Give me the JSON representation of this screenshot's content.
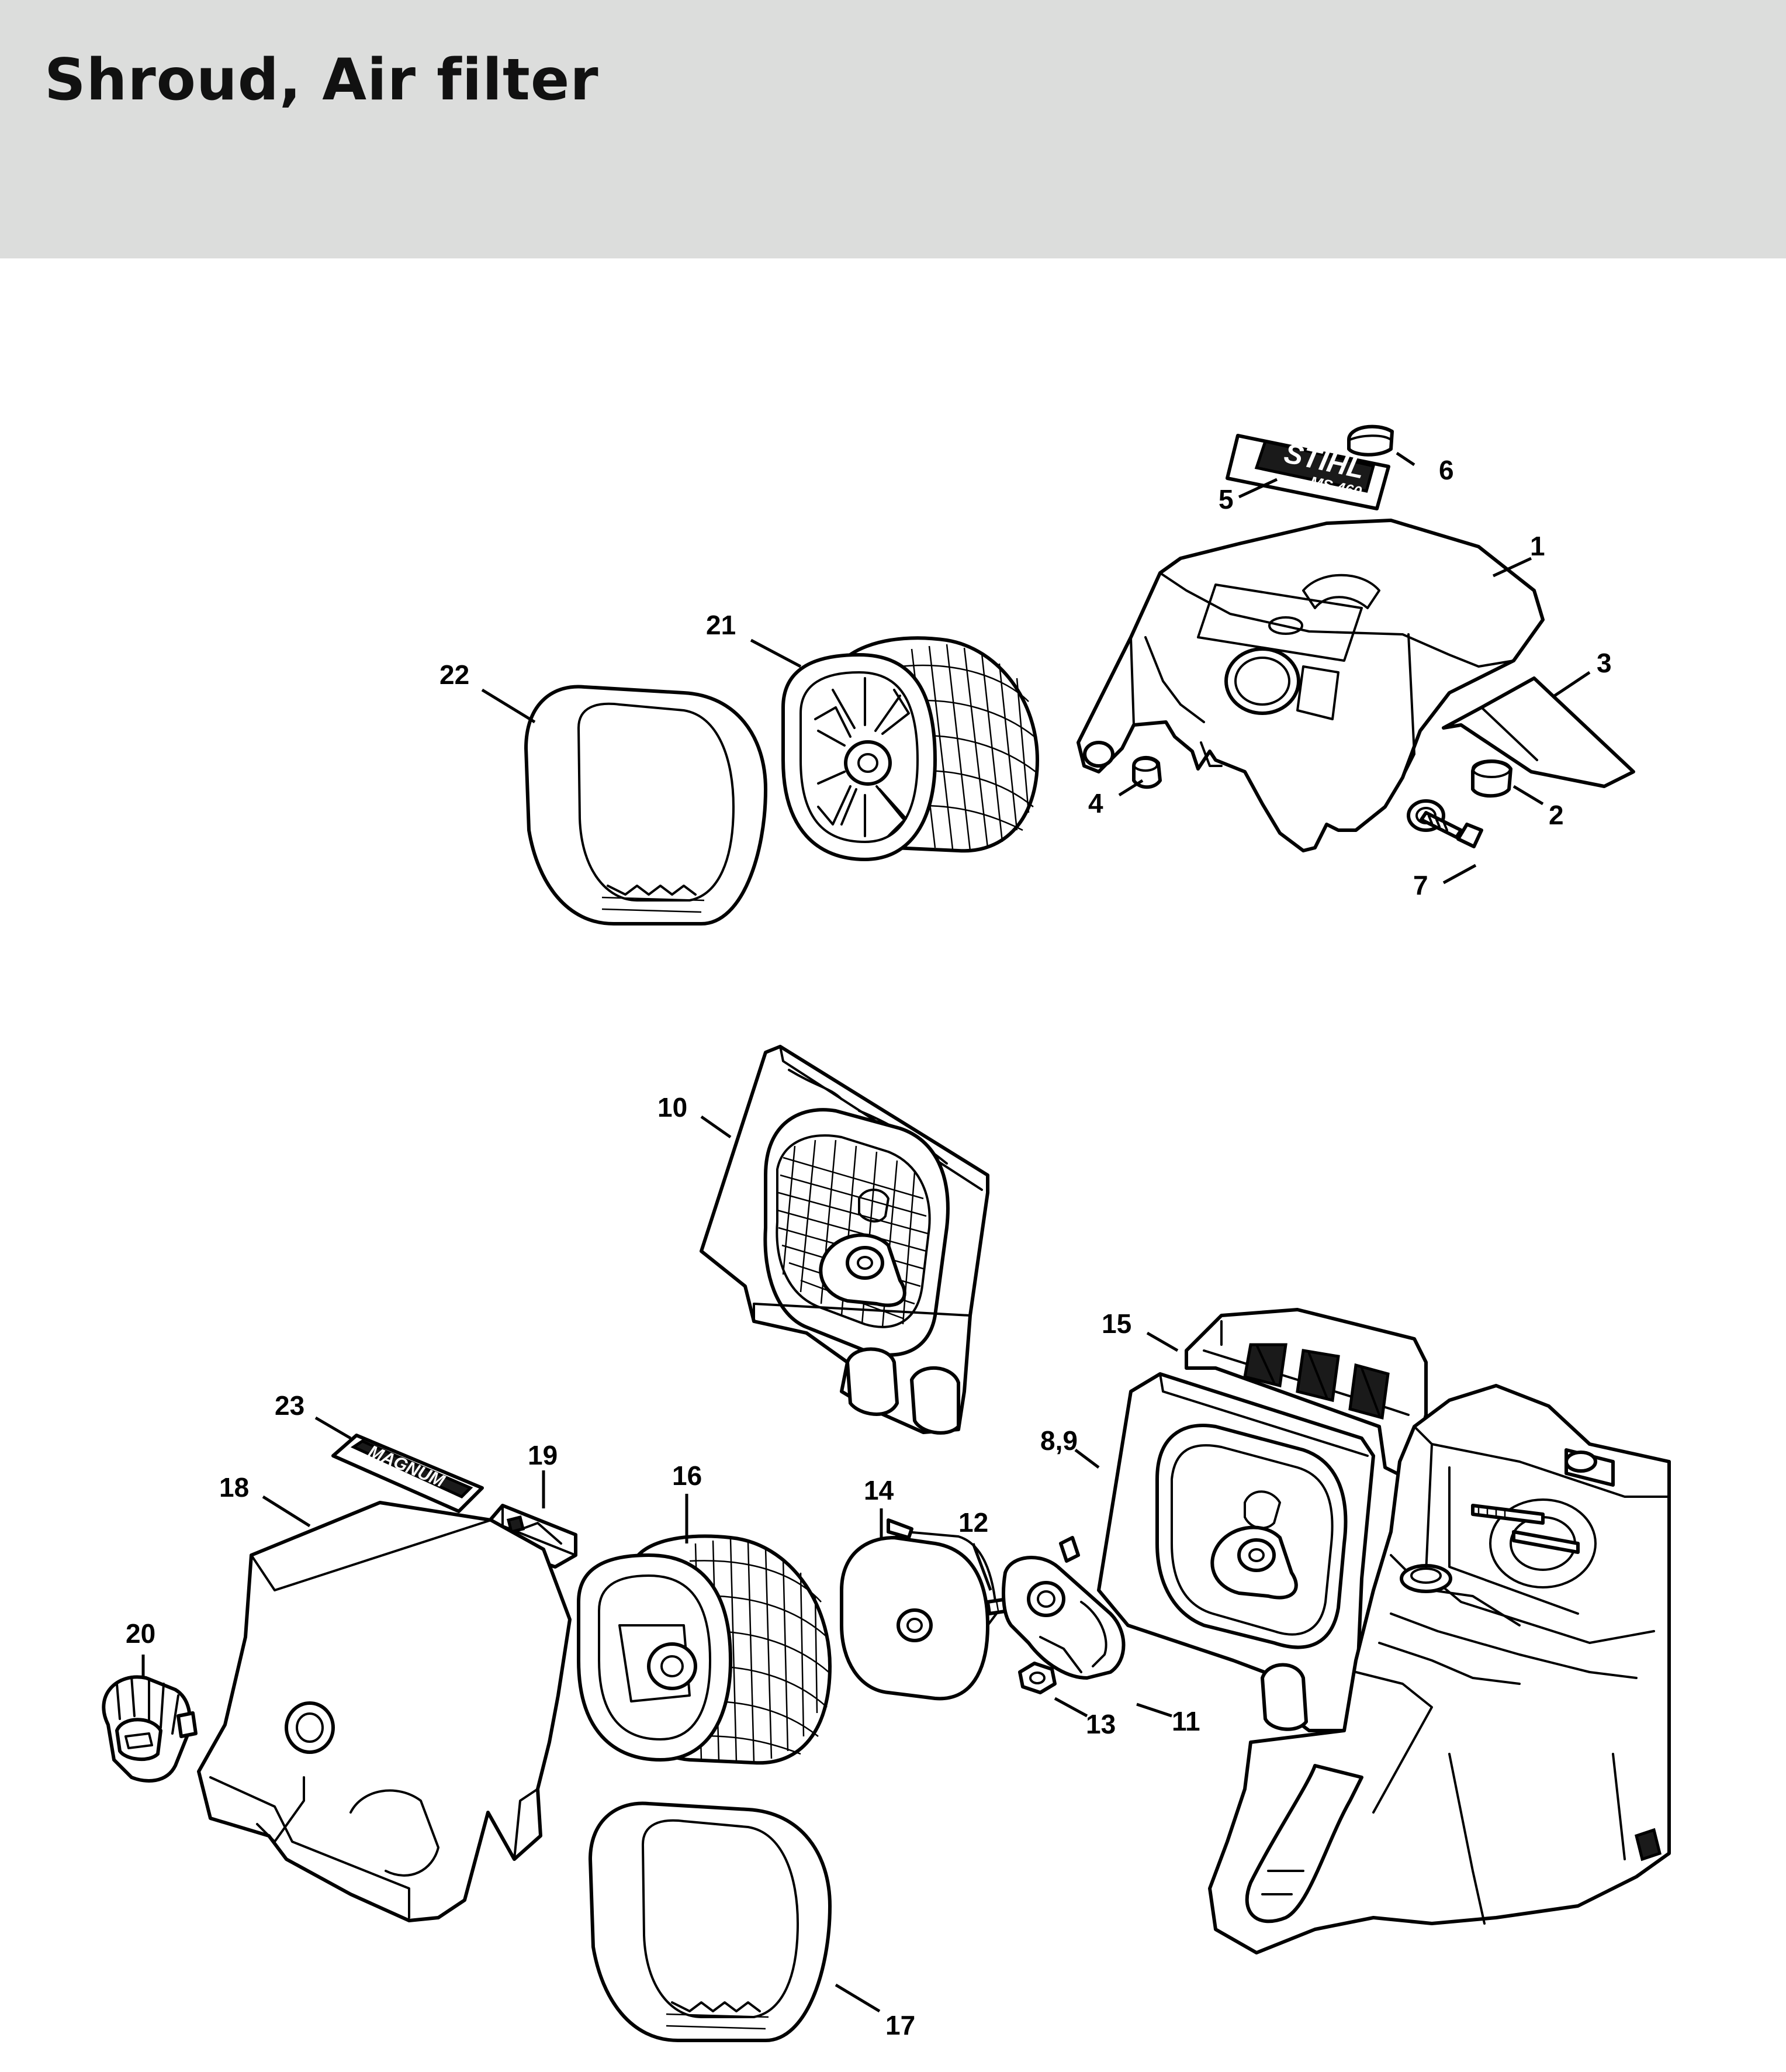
{
  "page": {
    "title": "Shroud, Air filter",
    "header_color": "#dcdddc"
  },
  "callouts": {
    "c1": "1",
    "c2": "2",
    "c3": "3",
    "c4": "4",
    "c5": "5",
    "c6": "6",
    "c7": "7",
    "c8_9": "8,9",
    "c10": "10",
    "c11": "11",
    "c12": "12",
    "c13": "13",
    "c14": "14",
    "c15": "15",
    "c16": "16",
    "c17": "17",
    "c18": "18",
    "c19": "19",
    "c20": "20",
    "c21": "21",
    "c22": "22",
    "c23": "23"
  },
  "decals": {
    "stihl_logo": "STIHL",
    "model": "MS 460",
    "magnum": "MAGNUM"
  }
}
